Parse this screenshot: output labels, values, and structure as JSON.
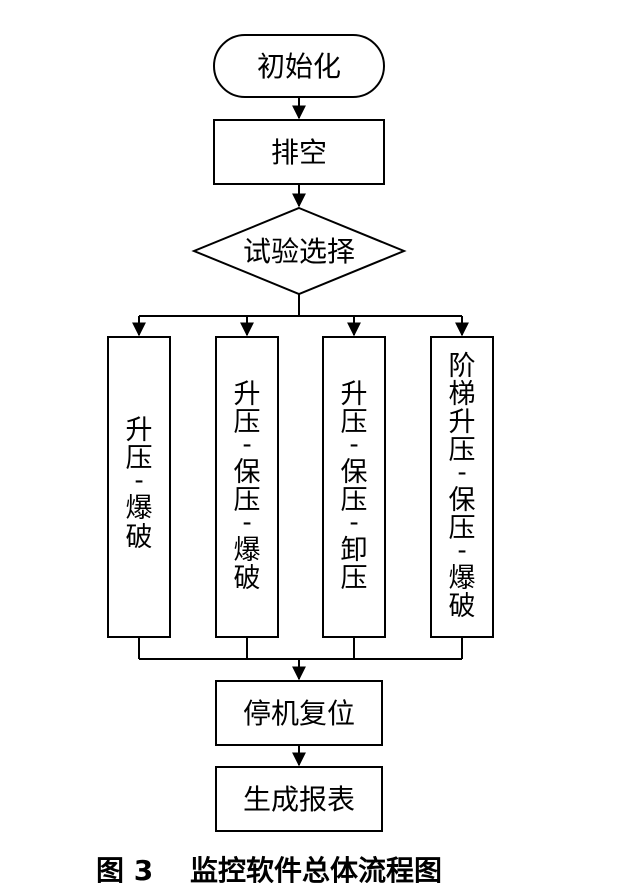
{
  "diagram": {
    "start": "初始化",
    "exhaust": "排空",
    "decision": "试验选择",
    "branches": [
      [
        "升",
        "压",
        "-",
        "爆",
        "破"
      ],
      [
        "升",
        "压",
        "-",
        "保",
        "压",
        "-",
        "爆",
        "破"
      ],
      [
        "升",
        "压",
        "-",
        "保",
        "压",
        "-",
        "卸",
        "压"
      ],
      [
        "阶",
        "梯",
        "升",
        "压",
        "-",
        "保",
        "压",
        "-",
        "爆",
        "破"
      ]
    ],
    "stop_reset": "停机复位",
    "report": "生成报表"
  },
  "caption": {
    "label": "图 3",
    "title": "监控软件总体流程图"
  },
  "colors": {
    "stroke": "#000000",
    "background": "#ffffff"
  }
}
